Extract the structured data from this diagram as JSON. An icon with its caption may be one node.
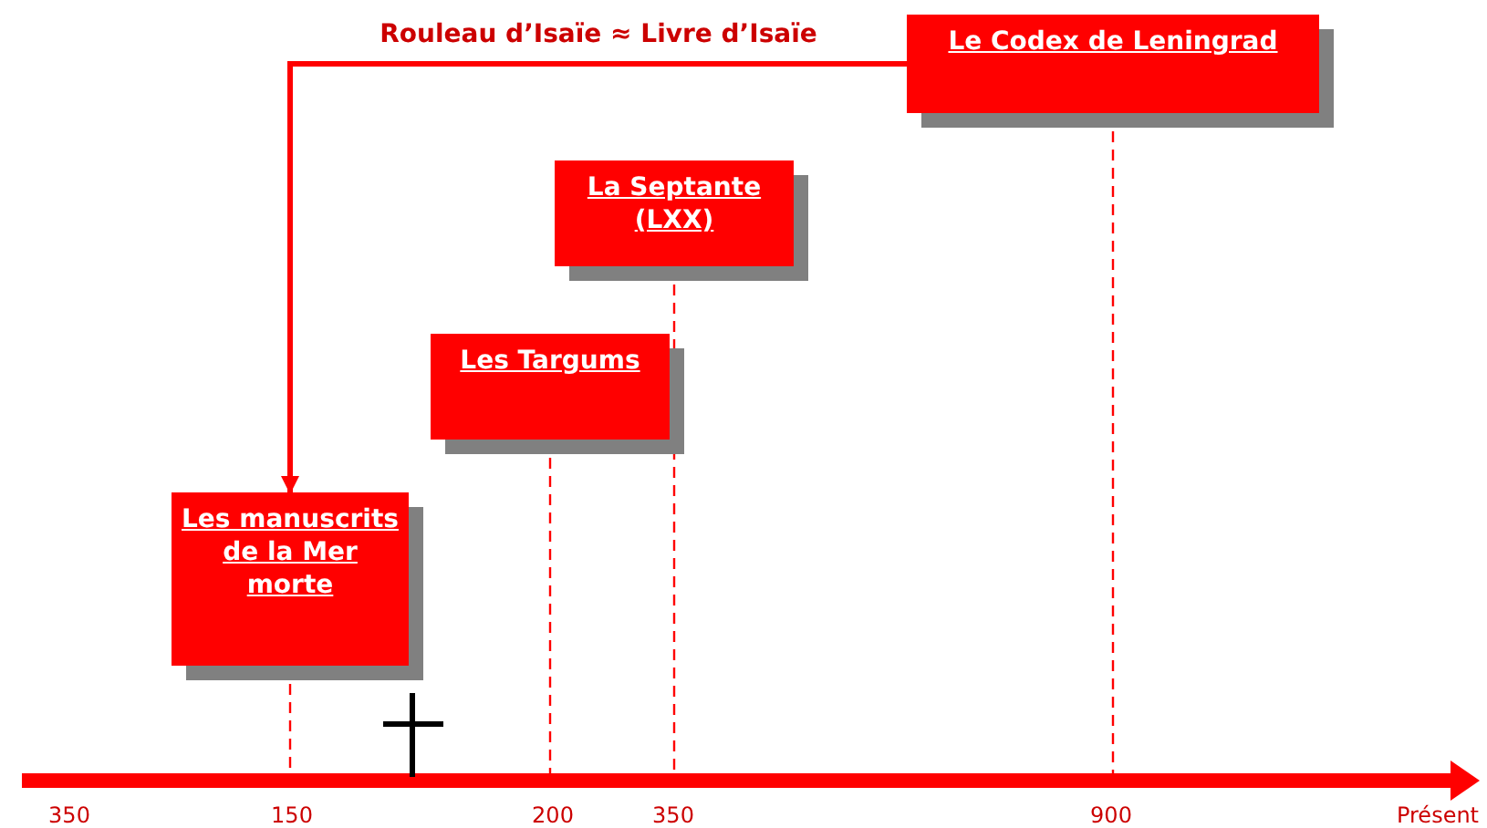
{
  "diagram": {
    "nodes": [
      {
        "text": [
          "Le Codex de Leningrad"
        ]
      },
      {
        "text": [
          "La Septante (LXX)"
        ]
      },
      {
        "text": [
          "Les Targums"
        ]
      },
      {
        "text": [
          "Les manuscrits de la Mer morte"
        ]
      }
    ],
    "edges": [
      {
        "from": 0,
        "to": 3,
        "arrow": "to",
        "label": "Rouleau d’Isaïe ≈ Livre d’Isaïe",
        "style": "thick"
      },
      {
        "from": 3,
        "to": null,
        "arrow": "none",
        "style": "dashed"
      },
      {
        "from": 2,
        "to": null,
        "arrow": "none",
        "style": "dashed"
      },
      {
        "from": 1,
        "to": null,
        "arrow": "none",
        "style": "dashed"
      },
      {
        "from": 0,
        "to": null,
        "arrow": "none",
        "style": "dashed"
      }
    ],
    "labels": [
      "350",
      "150",
      "200",
      "350",
      "900",
      "Présent"
    ]
  }
}
